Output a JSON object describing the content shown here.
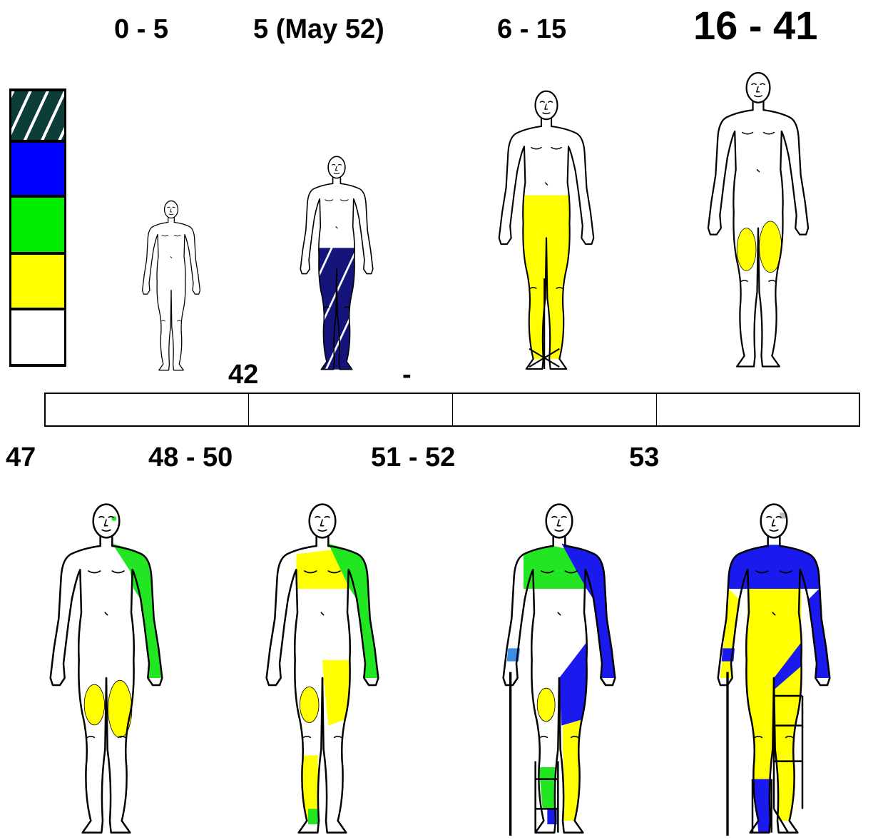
{
  "top_row_labels": [
    "0 - 5",
    "5 (May 52)",
    "6 - 15",
    "16 - 41"
  ],
  "middle_labels": {
    "left": "42",
    "right": "-"
  },
  "bottom_row_labels": [
    "47",
    "48 - 50",
    "51 - 52",
    "53"
  ],
  "legend": {
    "swatches": [
      {
        "color": "#0d3d38",
        "pattern": "hatched"
      },
      {
        "color": "#0000ff"
      },
      {
        "color": "#00ee00"
      },
      {
        "color": "#ffff00"
      },
      {
        "color": "#ffffff"
      }
    ]
  },
  "colors": {
    "dark_teal": "#0d3d38",
    "navy": "#14147a",
    "blue": "#1a1aee",
    "green": "#22e622",
    "yellow": "#ffff00",
    "light_blue": "#3c8de6",
    "outline": "#000000"
  },
  "timeline": {
    "segments": 4
  }
}
